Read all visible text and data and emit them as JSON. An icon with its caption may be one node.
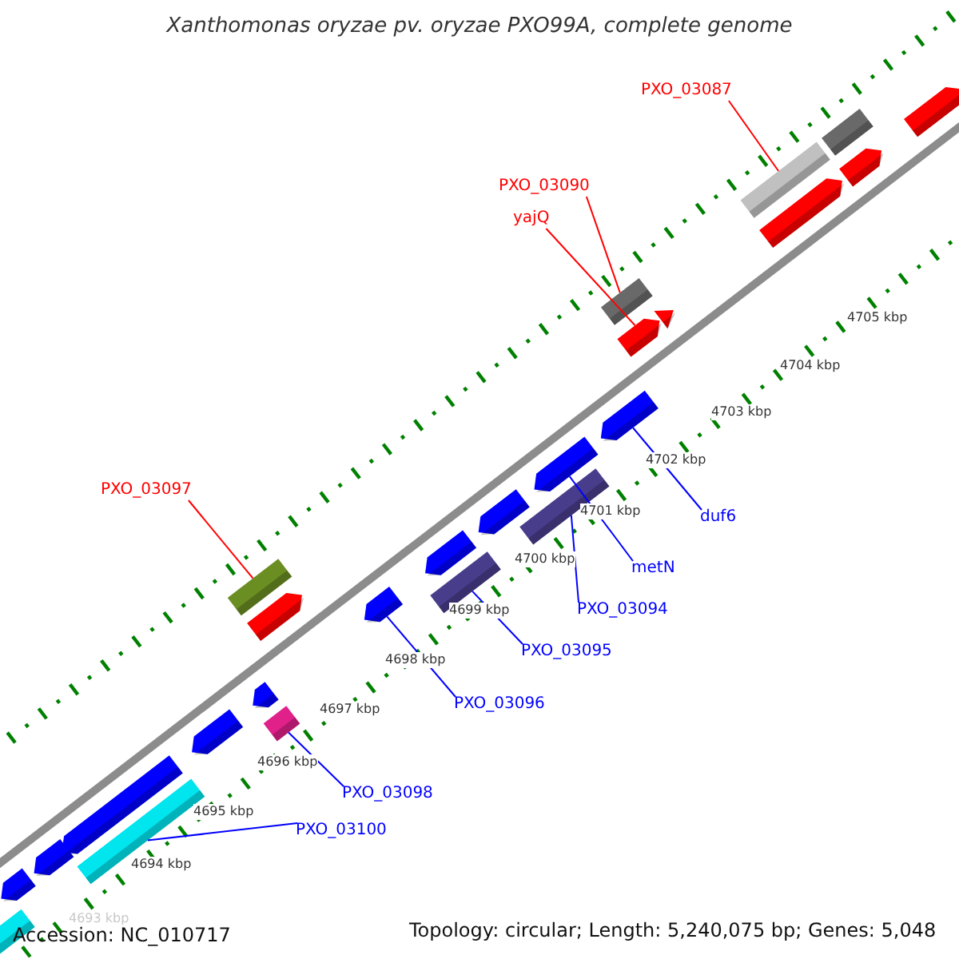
{
  "diagram": {
    "title": "Xanthomonas oryzae pv. oryzae PXO99A, complete genome",
    "nodes": [
      {
        "text": [
          "PXO_03087"
        ]
      },
      {
        "text": [
          "PXO_03090"
        ]
      },
      {
        "text": [
          "yajQ"
        ]
      },
      {
        "text": [
          "PXO_03097"
        ]
      },
      {
        "text": [
          "duf6"
        ]
      },
      {
        "text": [
          "metN"
        ]
      },
      {
        "text": [
          "PXO_03094"
        ]
      },
      {
        "text": [
          "PXO_03095"
        ]
      },
      {
        "text": [
          "PXO_03096"
        ]
      },
      {
        "text": [
          "PXO_03098"
        ]
      },
      {
        "text": [
          "PXO_03100"
        ]
      },
      {
        "text": [],
        "shape": "bar"
      },
      {
        "text": [],
        "shape": "bar"
      },
      {
        "text": [],
        "shape": "bar"
      },
      {
        "text": [],
        "shape": "bar"
      },
      {
        "text": [],
        "shape": "arrow"
      },
      {
        "text": [],
        "shape": "arrow"
      },
      {
        "text": [],
        "shape": "arrow"
      },
      {
        "text": [],
        "shape": "arrow"
      },
      {
        "text": [],
        "shape": "arrow"
      },
      {
        "text": [],
        "shape": "arrow"
      },
      {
        "text": [],
        "shape": "arrow"
      },
      {
        "text": [],
        "shape": "arrow"
      },
      {
        "text": [],
        "shape": "arrow"
      },
      {
        "text": [],
        "shape": "arrow"
      },
      {
        "text": [],
        "shape": "arrow"
      },
      {
        "text": [],
        "shape": "arrow"
      },
      {
        "text": [],
        "shape": "arrow"
      },
      {
        "text": [],
        "shape": "arrow"
      },
      {
        "text": [],
        "shape": "arrow"
      },
      {
        "text": [],
        "shape": "arrow"
      },
      {
        "text": [],
        "shape": "bar"
      },
      {
        "text": [],
        "shape": "bar"
      },
      {
        "text": [],
        "shape": "bar"
      },
      {
        "text": [],
        "shape": "bar"
      },
      {
        "text": [],
        "shape": "bar"
      }
    ],
    "edges": [
      {
        "from": 0,
        "to": 13,
        "arrow": "none",
        "color": "#ff0000"
      },
      {
        "from": 1,
        "to": 12,
        "arrow": "none",
        "color": "#ff0000"
      },
      {
        "from": 2,
        "to": 16,
        "arrow": "none",
        "color": "#ff0000"
      },
      {
        "from": 3,
        "to": 11,
        "arrow": "none",
        "color": "#ff0000"
      },
      {
        "from": 4,
        "to": 21,
        "arrow": "none"
      },
      {
        "from": 5,
        "to": 22,
        "arrow": "none"
      },
      {
        "from": 6,
        "to": 31,
        "arrow": "none"
      },
      {
        "from": 7,
        "to": 32,
        "arrow": "none"
      },
      {
        "from": 8,
        "to": 25,
        "arrow": "none"
      },
      {
        "from": 9,
        "to": 33,
        "arrow": "none"
      },
      {
        "from": 10,
        "to": 34,
        "arrow": "none"
      }
    ],
    "labels": [
      "4705 kbp",
      "4704 kbp",
      "4703 kbp",
      "4702 kbp",
      "4701 kbp",
      "4700 kbp",
      "4699 kbp",
      "4698 kbp",
      "4697 kbp",
      "4696 kbp",
      "4695 kbp",
      "4694 kbp",
      "4693 kbp",
      "Accession: NC_010717",
      "Topology: circular; Length: 5,240,075 bp; Genes: 5,048"
    ]
  }
}
